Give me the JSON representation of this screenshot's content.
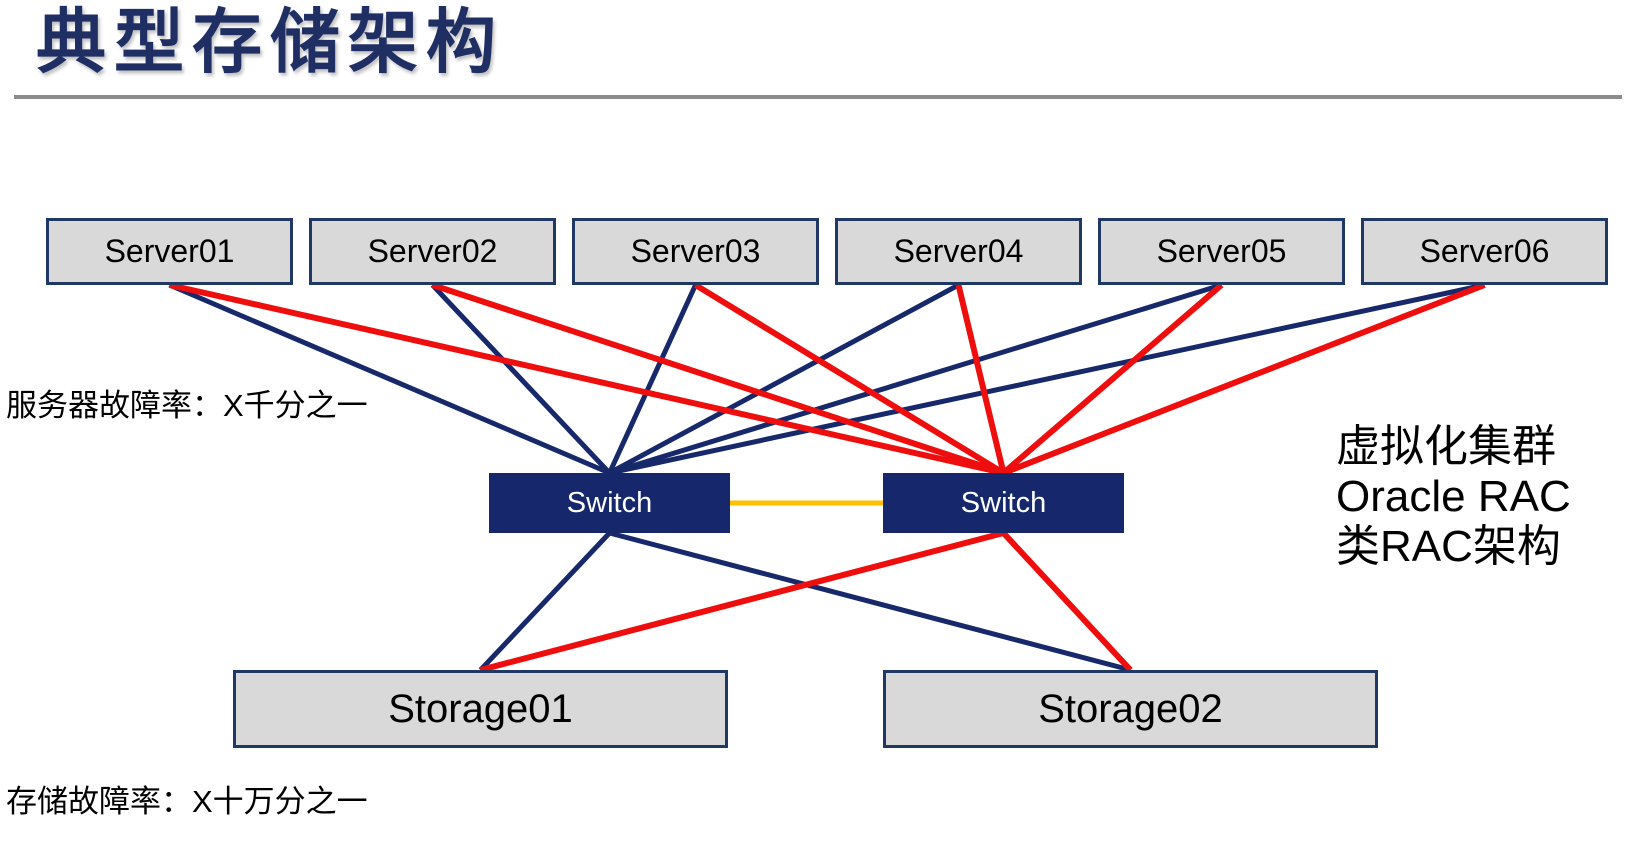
{
  "title": "典型存储架构",
  "nodes": {
    "servers": [
      "Server01",
      "Server02",
      "Server03",
      "Server04",
      "Server05",
      "Server06"
    ],
    "switches": [
      "Switch",
      "Switch"
    ],
    "storages": [
      "Storage01",
      "Storage02"
    ]
  },
  "annotations": {
    "server_failure_rate": "服务器故障率：X千分之一",
    "storage_failure_rate": "存储故障率：X十万分之一",
    "cluster_note_lines": [
      "虚拟化集群",
      "Oracle RAC",
      "类RAC架构"
    ]
  },
  "colors": {
    "title": "#1F2F63",
    "navy": "#17296B",
    "red": "#EE0E0E",
    "orange": "#FFC000",
    "node_fill": "#D9D9D9",
    "node_border": "#1F3864",
    "switch_fill": "#16276B",
    "switch_text": "#FFFFFF",
    "divider": "#8C8C8C"
  },
  "edges": [
    {
      "from": "server-1",
      "from_anchor": "bottom",
      "to": "switch-1",
      "to_anchor": "top",
      "color": "navy"
    },
    {
      "from": "server-2",
      "from_anchor": "bottom",
      "to": "switch-1",
      "to_anchor": "top",
      "color": "navy"
    },
    {
      "from": "server-3",
      "from_anchor": "bottom",
      "to": "switch-1",
      "to_anchor": "top",
      "color": "navy"
    },
    {
      "from": "server-4",
      "from_anchor": "bottom",
      "to": "switch-1",
      "to_anchor": "top",
      "color": "navy"
    },
    {
      "from": "server-5",
      "from_anchor": "bottom",
      "to": "switch-1",
      "to_anchor": "top",
      "color": "navy"
    },
    {
      "from": "server-6",
      "from_anchor": "bottom",
      "to": "switch-1",
      "to_anchor": "top",
      "color": "navy"
    },
    {
      "from": "server-1",
      "from_anchor": "bottom",
      "to": "switch-2",
      "to_anchor": "top",
      "color": "red"
    },
    {
      "from": "server-2",
      "from_anchor": "bottom",
      "to": "switch-2",
      "to_anchor": "top",
      "color": "red"
    },
    {
      "from": "server-3",
      "from_anchor": "bottom",
      "to": "switch-2",
      "to_anchor": "top",
      "color": "red"
    },
    {
      "from": "server-4",
      "from_anchor": "bottom",
      "to": "switch-2",
      "to_anchor": "top",
      "color": "red"
    },
    {
      "from": "server-5",
      "from_anchor": "bottom",
      "to": "switch-2",
      "to_anchor": "top",
      "color": "red"
    },
    {
      "from": "server-6",
      "from_anchor": "bottom",
      "to": "switch-2",
      "to_anchor": "top",
      "color": "red"
    },
    {
      "from": "switch-1",
      "from_anchor": "right",
      "to": "switch-2",
      "to_anchor": "left",
      "color": "orange"
    },
    {
      "from": "switch-1",
      "from_anchor": "bottom",
      "to": "storage-1",
      "to_anchor": "top",
      "color": "navy"
    },
    {
      "from": "switch-1",
      "from_anchor": "bottom",
      "to": "storage-2",
      "to_anchor": "top",
      "color": "navy"
    },
    {
      "from": "switch-2",
      "from_anchor": "bottom",
      "to": "storage-1",
      "to_anchor": "top",
      "color": "red"
    },
    {
      "from": "switch-2",
      "from_anchor": "bottom",
      "to": "storage-2",
      "to_anchor": "top",
      "color": "red"
    }
  ]
}
